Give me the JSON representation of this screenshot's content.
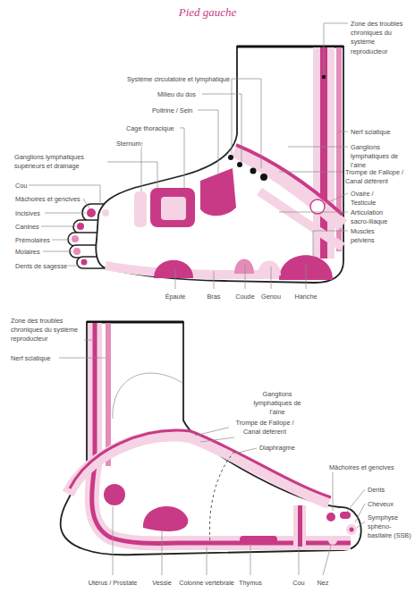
{
  "diagram": {
    "title": "Pied gauche",
    "labels": [
      "Zone des troubles chroniques du système reproducteur",
      "Système circulatoire et lymphatique",
      "Milieu du dos",
      "Poitrine / Sein",
      "Cage thoracique",
      "Sternum",
      "Ganglions lymphatiques supérieurs et drainage",
      "Cou",
      "Mâchoires et gencives",
      "Incisives",
      "Canines",
      "Prémolaires",
      "Molaires",
      "Dents de sagesse",
      "Nerf sciatique",
      "Ganglions lymphatiques de l’aine",
      "Trompe de Fallope / Canal déférent",
      "Ovaire / Testicule",
      "Articulation sacro-iliaque",
      "Muscles pelviens",
      "Épaule",
      "Bras",
      "Coude",
      "Genou",
      "Hanche",
      "Zone des troubles chroniques du système reproducteur",
      "Nerf sciatique",
      "Ganglions lymphatiques de l’aine",
      "Trompe de Fallope / Canal déférent",
      "Diaphragme",
      "Mâchoires et gencives",
      "Dents",
      "Cheveux",
      "Symphyse sphéno-basilaire (SSB)",
      "Utérus / Prostate",
      "Vessie",
      "Colonne vertébrale",
      "Thymus",
      "Cou",
      "Nez"
    ]
  }
}
